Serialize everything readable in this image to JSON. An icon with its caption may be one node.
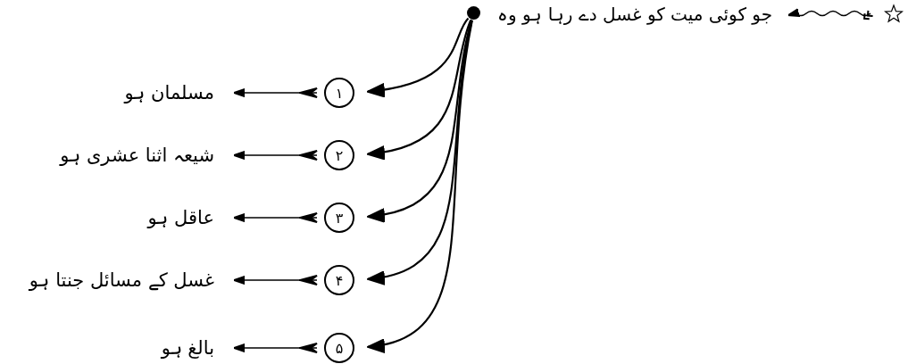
{
  "diagram": {
    "nodes": [
      {
        "text": [],
        "shape": "star"
      },
      {
        "text": [
          "جو کوئی میت کو غسل دے رہا ہو وہ"
        ]
      },
      {
        "text": [],
        "shape": "circle"
      },
      {
        "text": [
          "۱"
        ]
      },
      {
        "text": [
          "مسلمان ہو"
        ]
      },
      {
        "text": [
          "۲"
        ]
      },
      {
        "text": [
          "شیعہ اثنا عشری ہو"
        ]
      },
      {
        "text": [
          "۳"
        ]
      },
      {
        "text": [
          "عاقل ہو"
        ]
      },
      {
        "text": [
          "۴"
        ]
      },
      {
        "text": [
          "غسل کے مسائل جنتا ہو"
        ]
      },
      {
        "text": [
          "۵"
        ]
      },
      {
        "text": [
          "بالغ ہو"
        ]
      }
    ],
    "edges": [
      {
        "from": 0,
        "to": 1,
        "arrow": "to"
      },
      {
        "from": 2,
        "to": 3,
        "arrow": "to"
      },
      {
        "from": 2,
        "to": 5,
        "arrow": "to"
      },
      {
        "from": 2,
        "to": 7,
        "arrow": "to"
      },
      {
        "from": 2,
        "to": 9,
        "arrow": "to"
      },
      {
        "from": 2,
        "to": 11,
        "arrow": "to"
      },
      {
        "from": 3,
        "to": 4,
        "arrow": "to"
      },
      {
        "from": 5,
        "to": 6,
        "arrow": "to"
      },
      {
        "from": 7,
        "to": 8,
        "arrow": "to"
      },
      {
        "from": 9,
        "to": 10,
        "arrow": "to"
      },
      {
        "from": 11,
        "to": 12,
        "arrow": "to"
      }
    ]
  }
}
